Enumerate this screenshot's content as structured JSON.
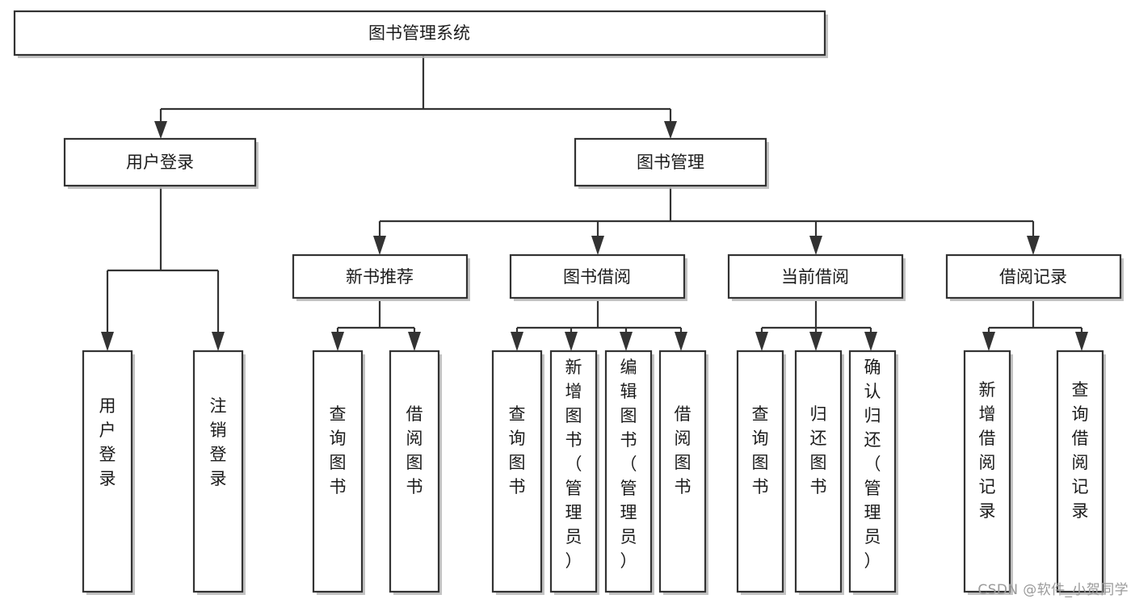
{
  "diagram": {
    "type": "tree-hierarchy",
    "title": "图书管理系统",
    "orientation": "top-down",
    "root": {
      "id": "root",
      "label": "图书管理系统"
    },
    "level2": [
      {
        "id": "user-login",
        "label": "用户登录"
      },
      {
        "id": "book-manage",
        "label": "图书管理"
      }
    ],
    "level3": [
      {
        "id": "new-book-rec",
        "label": "新书推荐",
        "parent": "book-manage"
      },
      {
        "id": "book-borrow",
        "label": "图书借阅",
        "parent": "book-manage"
      },
      {
        "id": "current-borrow",
        "label": "当前借阅",
        "parent": "book-manage"
      },
      {
        "id": "borrow-record",
        "label": "借阅记录",
        "parent": "book-manage"
      }
    ],
    "leaves": [
      {
        "id": "leaf-user-login",
        "label": "用户登录",
        "parent": "user-login"
      },
      {
        "id": "leaf-logout",
        "label": "注销登录",
        "parent": "user-login"
      },
      {
        "id": "leaf-query-book-1",
        "label": "查询图书",
        "parent": "new-book-rec"
      },
      {
        "id": "leaf-borrow-book-1",
        "label": "借阅图书",
        "parent": "new-book-rec"
      },
      {
        "id": "leaf-query-book-2",
        "label": "查询图书",
        "parent": "book-borrow"
      },
      {
        "id": "leaf-add-book",
        "label": "新增图书（管理员）",
        "parent": "book-borrow"
      },
      {
        "id": "leaf-edit-book",
        "label": "编辑图书（管理员）",
        "parent": "book-borrow"
      },
      {
        "id": "leaf-borrow-book-2",
        "label": "借阅图书",
        "parent": "book-borrow"
      },
      {
        "id": "leaf-query-book-3",
        "label": "查询图书",
        "parent": "current-borrow"
      },
      {
        "id": "leaf-return-book",
        "label": "归还图书",
        "parent": "current-borrow"
      },
      {
        "id": "leaf-confirm-return",
        "label": "确认归还（管理员）",
        "parent": "current-borrow"
      },
      {
        "id": "leaf-add-record",
        "label": "新增借阅记录",
        "parent": "borrow-record"
      },
      {
        "id": "leaf-query-record",
        "label": "查询借阅记录",
        "parent": "borrow-record"
      }
    ],
    "colors": {
      "background": "#ffffff",
      "box_fill": "#ffffff",
      "box_stroke": "#333333",
      "connector": "#333333",
      "text": "#1b1b1b",
      "watermark": "#9a9a9a"
    }
  },
  "watermark": {
    "text": "CSDN @软件_小贺同学"
  }
}
